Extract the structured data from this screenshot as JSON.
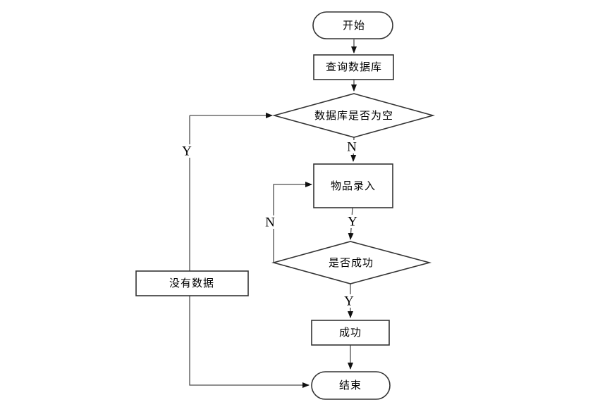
{
  "colors": {
    "background": "#ffffff",
    "connector_line": "#4d4d4d",
    "shape_border": "#333333",
    "arrowhead": "#111111",
    "text": "#000000"
  },
  "diagram": {
    "type": "flowchart",
    "nodes": {
      "start": {
        "type": "terminator",
        "label": "开始"
      },
      "query_db": {
        "type": "process",
        "label": "查询数据库"
      },
      "db_empty": {
        "type": "decision",
        "label": "数据库是否为空"
      },
      "item_entry": {
        "type": "process",
        "label": "物品录入"
      },
      "is_success": {
        "type": "decision",
        "label": "是否成功"
      },
      "no_data": {
        "type": "process",
        "label": "没有数据"
      },
      "success": {
        "type": "process",
        "label": "成功"
      },
      "end": {
        "type": "terminator",
        "label": "结束"
      }
    },
    "edge_labels": {
      "db_empty_n": "N",
      "db_empty_y": "Y",
      "item_entry_y": "Y",
      "is_success_n": "N",
      "is_success_y": "Y"
    },
    "edges": [
      {
        "from": "start",
        "to": "query_db",
        "label": ""
      },
      {
        "from": "query_db",
        "to": "db_empty",
        "label": ""
      },
      {
        "from": "db_empty",
        "to": "item_entry",
        "label": "N"
      },
      {
        "from": "no_data",
        "to": "db_empty",
        "label": "Y"
      },
      {
        "from": "item_entry",
        "to": "is_success",
        "label": "Y"
      },
      {
        "from": "is_success",
        "to": "item_entry",
        "label": "N"
      },
      {
        "from": "is_success",
        "to": "success",
        "label": "Y"
      },
      {
        "from": "success",
        "to": "end",
        "label": ""
      },
      {
        "from": "no_data",
        "to": "end",
        "label": ""
      }
    ]
  }
}
